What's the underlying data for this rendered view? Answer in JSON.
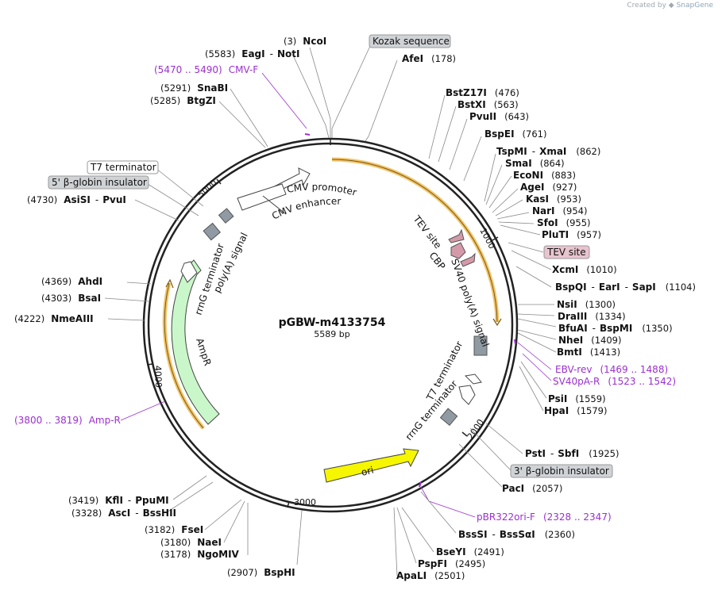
{
  "credit": {
    "prefix": "Created by",
    "brand": "SnapGene"
  },
  "plasmid": {
    "name": "pGBW-m4133754",
    "length": "5589 bp"
  },
  "ticks": [
    "1000",
    "2000",
    "3000",
    "4000",
    "5000"
  ],
  "feature_labels": {
    "cmv_promoter": "CMV promoter",
    "cmv_enhancer": "CMV enhancer",
    "tev_site": "TEV site",
    "cbp": "CBP",
    "sv40": "SV40 poly(A) signal",
    "t7_term_right": "T7 terminator",
    "rrng_term_right": "rrnG terminator",
    "ori": "ori",
    "ampr": "AmpR",
    "rrng_term_left": "rrnG terminator",
    "polya_left": "poly(A) signal"
  },
  "boxed_labels": {
    "kozak": "Kozak sequence",
    "t7_terminator": "T7 terminator",
    "globin5": "5' β-globin insulator",
    "tev": "TEV site",
    "globin3": "3' β-globin insulator"
  },
  "enzymes": {
    "ncoi": {
      "pos": "(3)",
      "name": "NcoI"
    },
    "eagi_noti": {
      "pos": "(5583)",
      "name1": "EagI",
      "name2": "NotI"
    },
    "snabi": {
      "pos": "(5291)",
      "name": "SnaBI"
    },
    "btgzi": {
      "pos": "(5285)",
      "name": "BtgZI"
    },
    "asisi_pvui": {
      "pos": "(4730)",
      "name1": "AsiSI",
      "name2": "PvuI"
    },
    "ahdi": {
      "pos": "(4369)",
      "name": "AhdI"
    },
    "bsai": {
      "pos": "(4303)",
      "name": "BsaI"
    },
    "nmeaiii": {
      "pos": "(4222)",
      "name": "NmeAIII"
    },
    "kfli_ppumi": {
      "pos": "(3419)",
      "name1": "KflI",
      "name2": "PpuMI"
    },
    "asci_bsshii": {
      "pos": "(3328)",
      "name1": "AscI",
      "name2": "BssHII"
    },
    "fsei": {
      "pos": "(3182)",
      "name": "FseI"
    },
    "naei": {
      "pos": "(3180)",
      "name": "NaeI"
    },
    "ngomiv": {
      "pos": "(3178)",
      "name": "NgoMIV"
    },
    "bsphi": {
      "pos": "(2907)",
      "name": "BspHI"
    },
    "afei": {
      "name": "AfeI",
      "pos": "(178)"
    },
    "bstz17i": {
      "name": "BstZ17I",
      "pos": "(476)"
    },
    "bstxi": {
      "name": "BstXI",
      "pos": "(563)"
    },
    "pvuii": {
      "name": "PvuII",
      "pos": "(643)"
    },
    "bspei": {
      "name": "BspEI",
      "pos": "(761)"
    },
    "tspmi_xmai": {
      "name1": "TspMI",
      "name2": "XmaI",
      "pos": "(862)"
    },
    "smai": {
      "name": "SmaI",
      "pos": "(864)"
    },
    "econi": {
      "name": "EcoNI",
      "pos": "(883)"
    },
    "agei": {
      "name": "AgeI",
      "pos": "(927)"
    },
    "kasi": {
      "name": "KasI",
      "pos": "(953)"
    },
    "nari": {
      "name": "NarI",
      "pos": "(954)"
    },
    "sfoi": {
      "name": "SfoI",
      "pos": "(955)"
    },
    "pluti": {
      "name": "PluTI",
      "pos": "(957)"
    },
    "xcmi": {
      "name": "XcmI",
      "pos": "(1010)"
    },
    "bspqi": {
      "name1": "BspQI",
      "name2": "EarI",
      "name3": "SapI",
      "pos": "(1104)"
    },
    "nsii": {
      "name": "NsiI",
      "pos": "(1300)"
    },
    "draiii": {
      "name": "DraIII",
      "pos": "(1334)"
    },
    "bfuai": {
      "name1": "BfuAI",
      "name2": "BspMI",
      "pos": "(1350)"
    },
    "nhei": {
      "name": "NheI",
      "pos": "(1409)"
    },
    "bmti": {
      "name": "BmtI",
      "pos": "(1413)"
    },
    "psii": {
      "name": "PsiI",
      "pos": "(1559)"
    },
    "hpai": {
      "name": "HpaI",
      "pos": "(1579)"
    },
    "psti_sbfi": {
      "name1": "PstI",
      "name2": "SbfI",
      "pos": "(1925)"
    },
    "paci": {
      "name": "PacI",
      "pos": "(2057)"
    },
    "bsssi": {
      "name1": "BssSI",
      "name2": "BssSαI",
      "pos": "(2360)"
    },
    "bseyi": {
      "name": "BseYI",
      "pos": "(2491)"
    },
    "pspfi": {
      "name": "PspFI",
      "pos": "(2495)"
    },
    "apali": {
      "name": "ApaLI",
      "pos": "(2501)"
    }
  },
  "primers": {
    "cmvf": {
      "range": "(5470 .. 5490)",
      "name": "CMV-F"
    },
    "ampr": {
      "range": "(3800 .. 3819)",
      "name": "Amp-R"
    },
    "ebvrev": {
      "name": "EBV-rev",
      "range": "(1469 .. 1488)"
    },
    "sv40par": {
      "name": "SV40pA-R",
      "range": "(1523 .. 1542)"
    },
    "pbr322": {
      "name": "pBR322ori-F",
      "range": "(2328 .. 2347)"
    }
  },
  "colors": {
    "backbone": "#222222",
    "orf_highlight": "#f2c46a",
    "ampr_fill": "#c9f7c9",
    "ori_fill": "#f6f600",
    "tev_fill": "#d49aaa",
    "terminator_fill": "#909aa3",
    "primer": "#9a30d0",
    "box_grey": "#d0d3d6",
    "box_pink": "#e8c4cf"
  }
}
